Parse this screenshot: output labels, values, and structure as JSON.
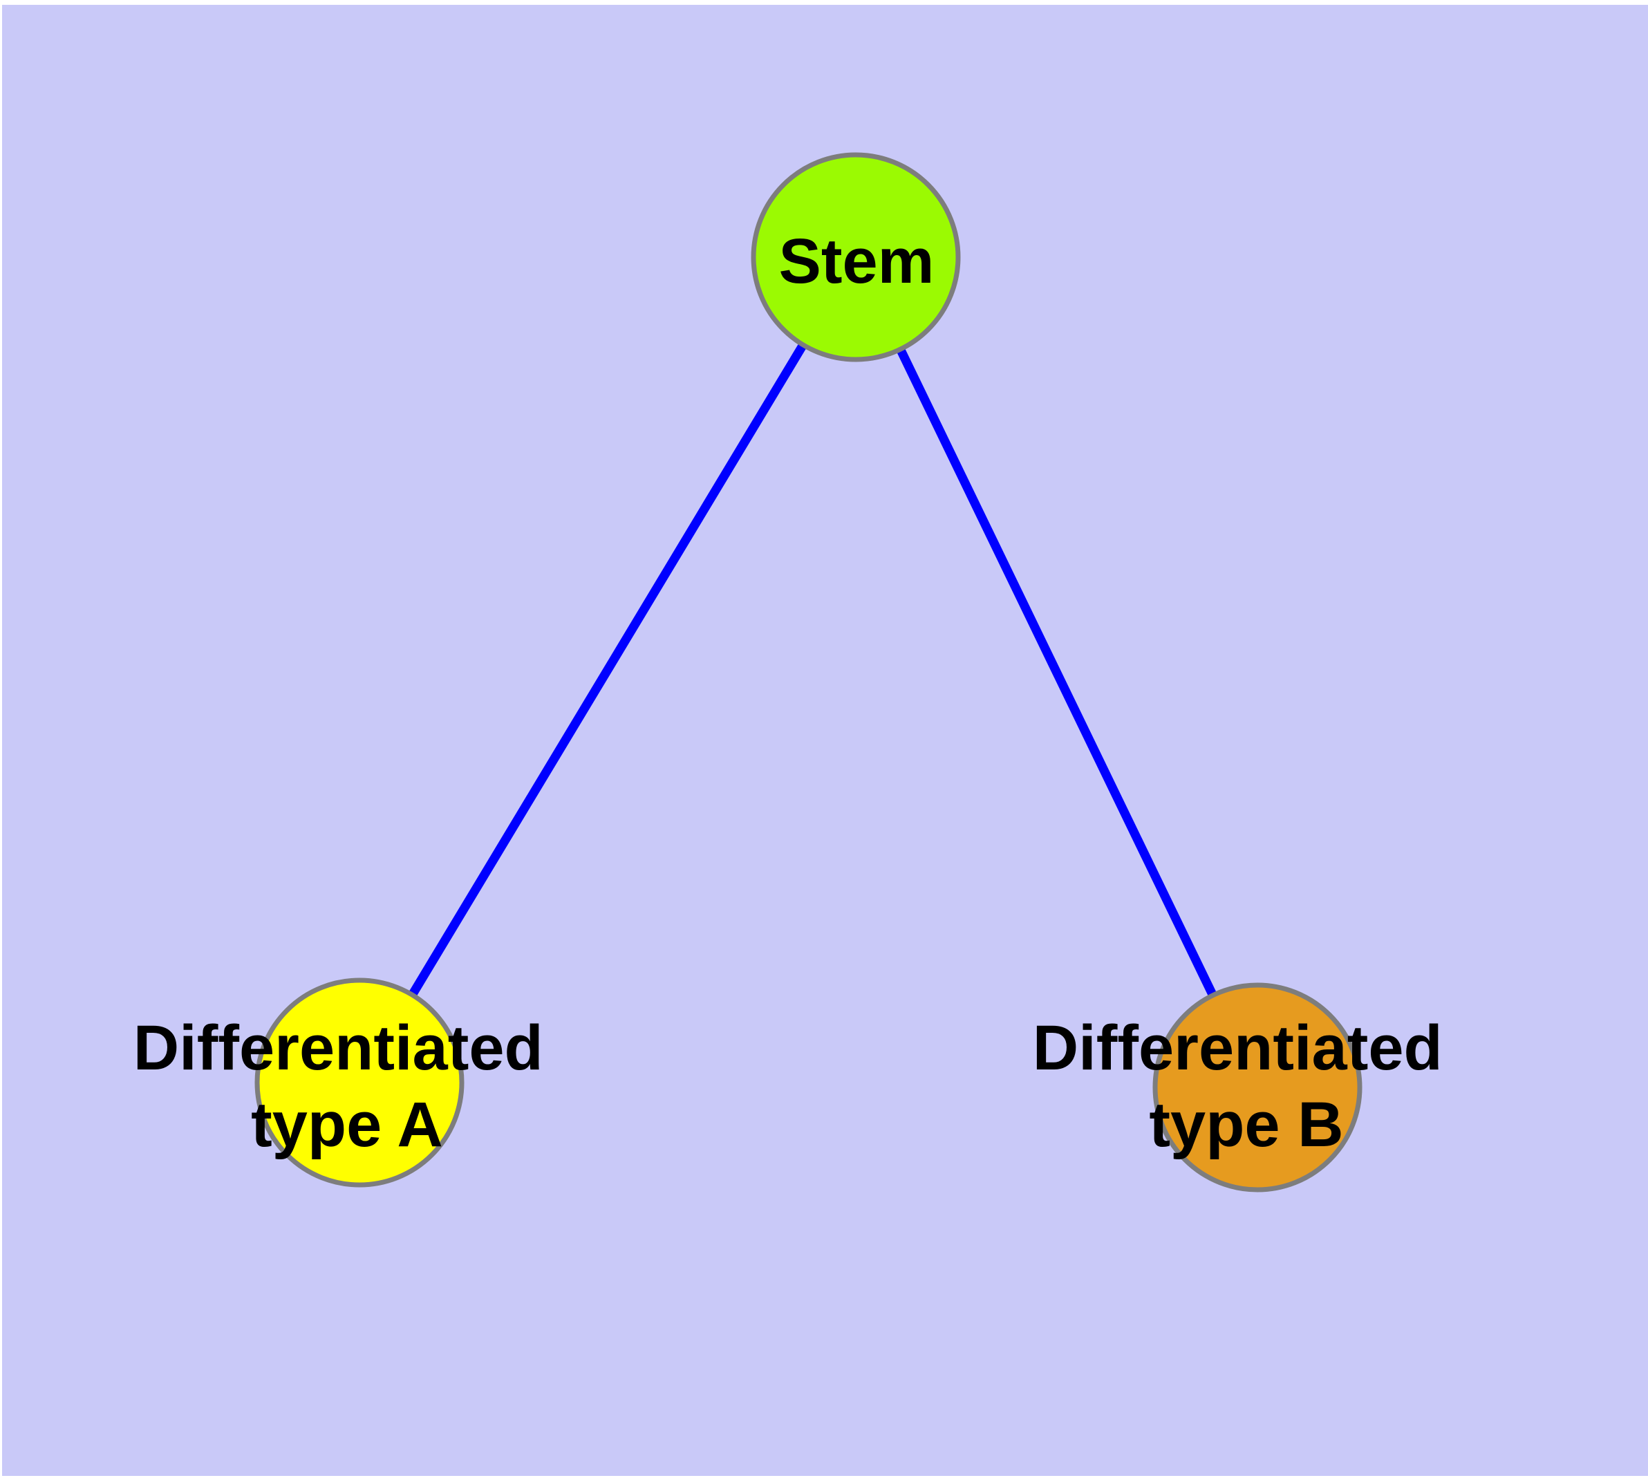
{
  "diagram": {
    "type": "graph",
    "colors": {
      "page": "#FFFFFF",
      "background": "#C9C9F8",
      "edge": "#0000FF",
      "node_border": "#7D7D7D",
      "label": "#000000",
      "node_stem_fill": "#9BFA02",
      "node_type_a_fill": "#FFFF00",
      "node_type_b_fill": "#E69B1F"
    },
    "nodes": [
      {
        "id": "stem",
        "label": "Stem"
      },
      {
        "id": "differentiated-type-a",
        "label_line1": "Differentiated",
        "label_line2": "type A"
      },
      {
        "id": "differentiated-type-b",
        "label_line1": "Differentiated",
        "label_line2": "type B"
      }
    ],
    "edges": [
      {
        "from": "Stem",
        "to": "Differentiated type A"
      },
      {
        "from": "Stem",
        "to": "Differentiated type B"
      }
    ]
  }
}
